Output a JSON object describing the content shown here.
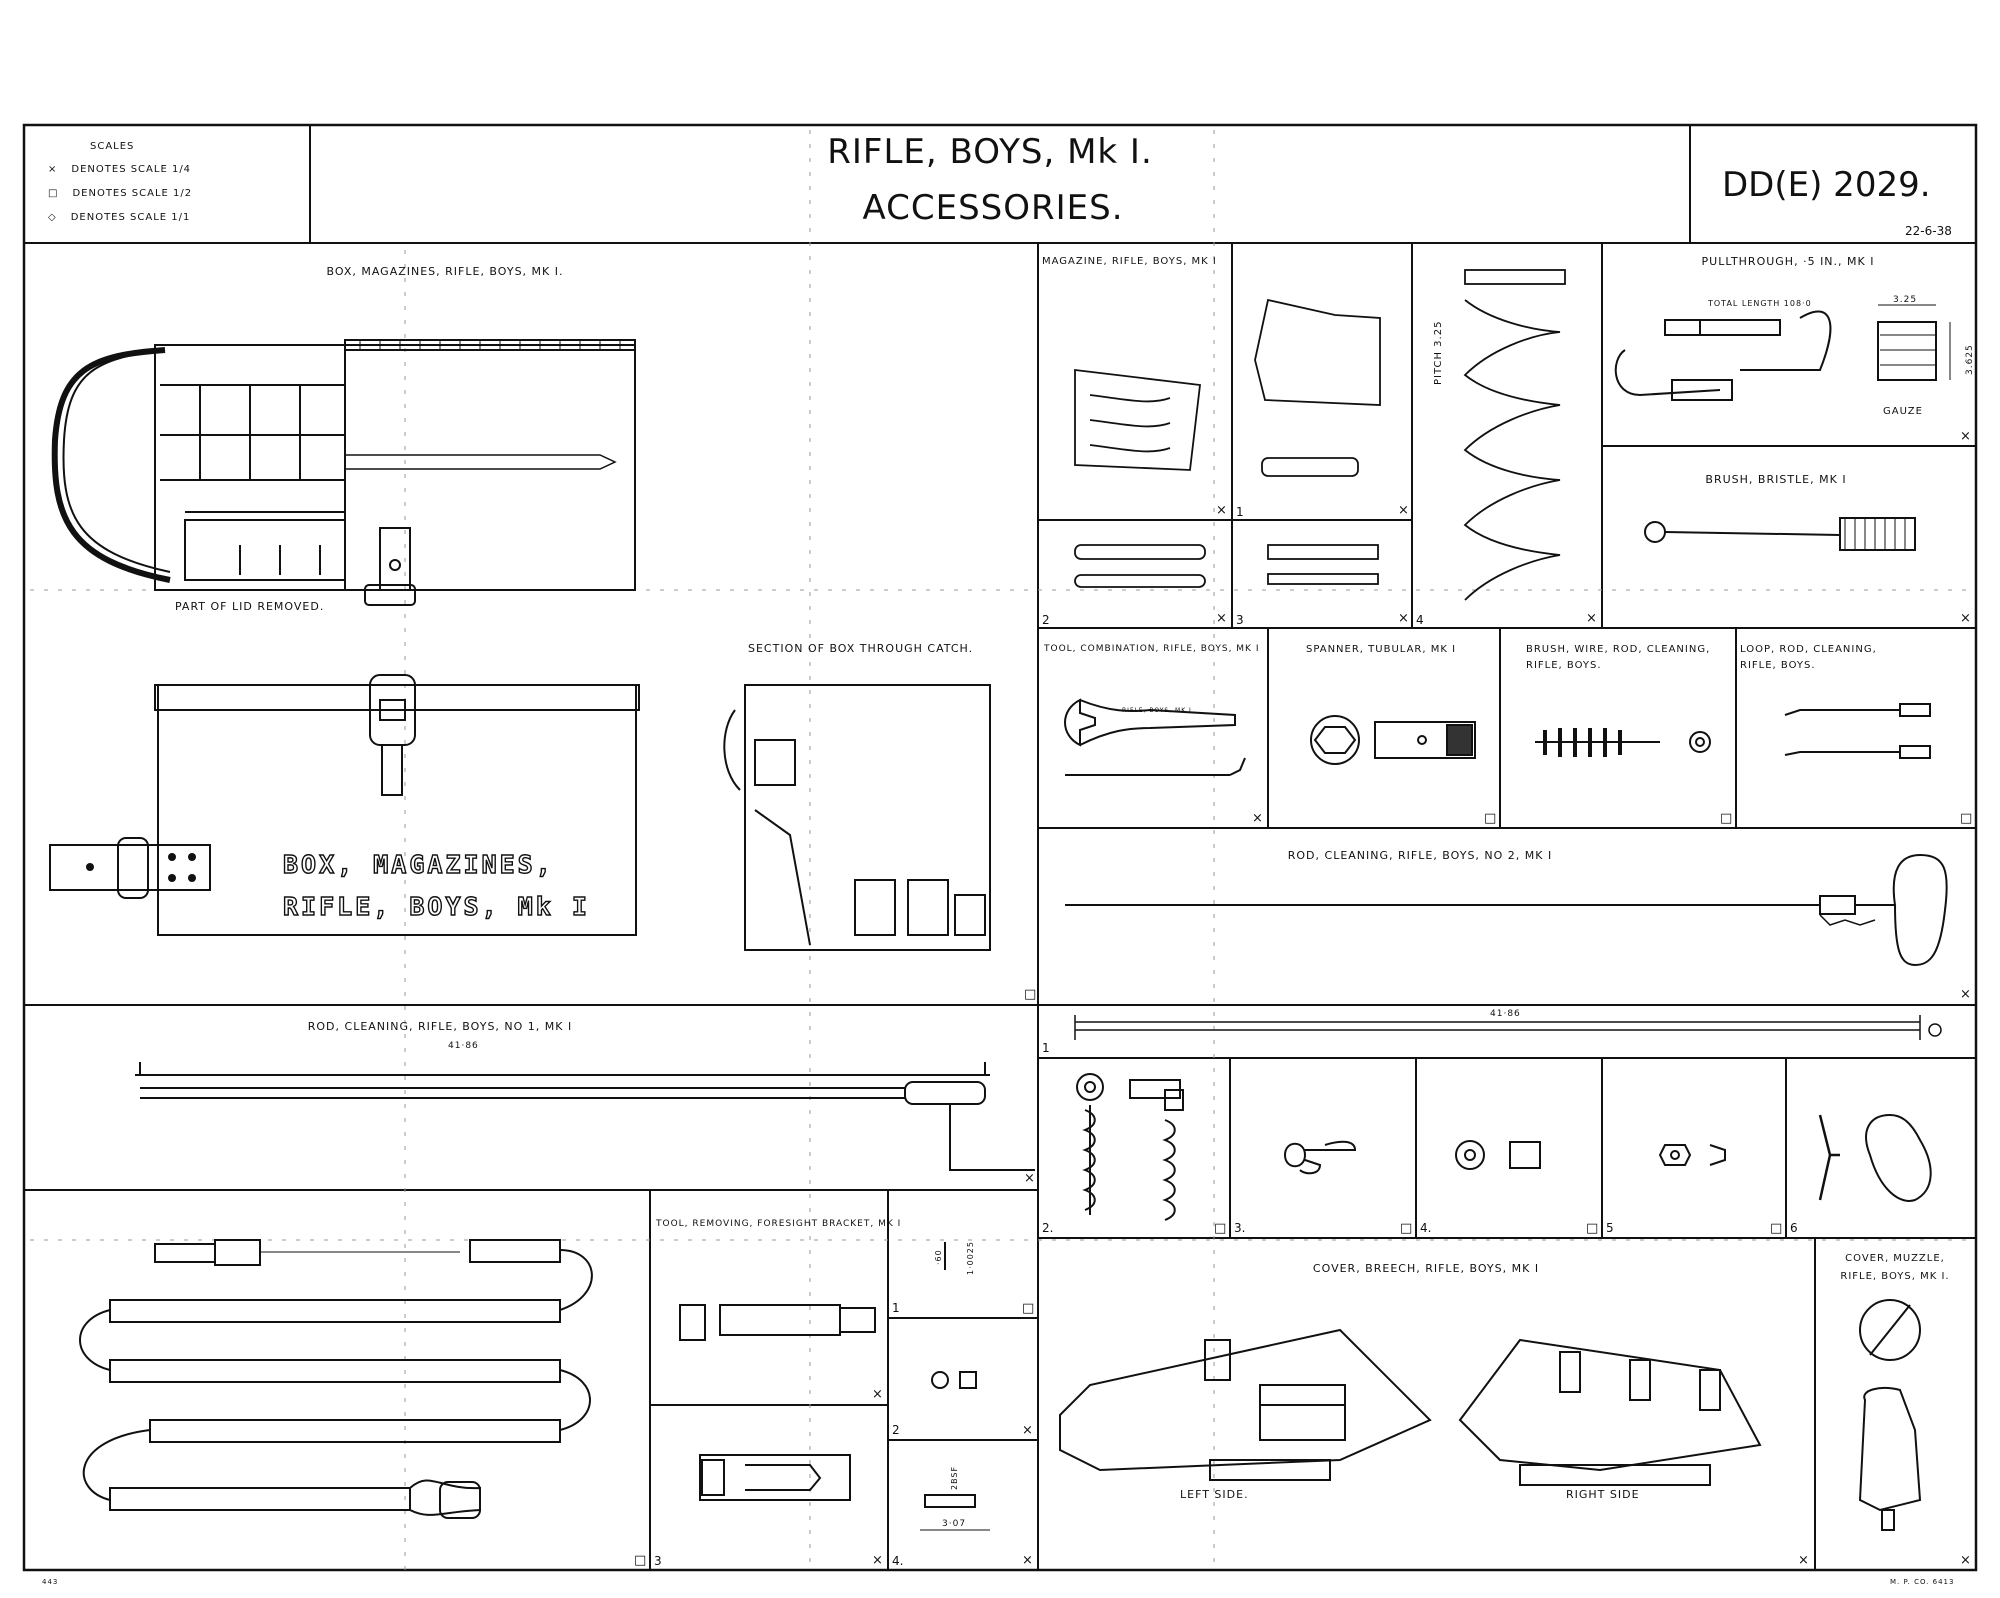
{
  "title": {
    "line1": "RIFLE, BOYS, Mk I.",
    "line2": "ACCESSORIES.",
    "drawing_number": "DD(E) 2029.",
    "date": "22-6-38"
  },
  "scales": {
    "heading": "SCALES",
    "items": [
      {
        "symbol": "×",
        "text": "DENOTES  SCALE  1/4"
      },
      {
        "symbol": "□",
        "text": "DENOTES  SCALE  1/2"
      },
      {
        "symbol": "◇",
        "text": "DENOTES  SCALE  1/1"
      }
    ]
  },
  "panels": {
    "box": {
      "title": "BOX, MAGAZINES, RIFLE, BOYS, Mk I.",
      "note": "PART OF LID REMOVED.",
      "section": "SECTION OF BOX THROUGH CATCH.",
      "stencil_1": "BOX, MAGAZINES,",
      "stencil_2": "RIFLE, BOYS, Mk I"
    },
    "magazine": {
      "title": "MAGAZINE, RIFLE, BOYS, Mk I",
      "pitch": "PITCH 3.25"
    },
    "pullthrough": {
      "title": "PULLTHROUGH, ·5 IN., Mk I",
      "total_length": "TOTAL LENGTH 108·0",
      "gauze": "GAUZE",
      "dim_w": "3.25",
      "dim_h": "3.625"
    },
    "brush_bristle": {
      "title": "BRUSH, BRISTLE, Mk I"
    },
    "tool_comb": {
      "title": "TOOL, COMBINATION, RIFLE, BOYS, Mk I",
      "stamp": "RIFLE, BOYS, Mk I"
    },
    "spanner": {
      "title": "SPANNER, TUBULAR, Mk I"
    },
    "brush_wire": {
      "title_1": "BRUSH, WIRE, ROD, CLEANING,",
      "title_2": "RIFLE, BOYS."
    },
    "loop_rod": {
      "title_1": "LOOP, ROD, CLEANING,",
      "title_2": "RIFLE, BOYS."
    },
    "rod2": {
      "title": "ROD, CLEANING, RIFLE, BOYS, No 2, Mk I",
      "dim": "41·86"
    },
    "rod1": {
      "title": "ROD, CLEANING, RIFLE, BOYS, No 1, Mk I",
      "dim": "41·86"
    },
    "tool_remove": {
      "title": "TOOL, REMOVING, FORESIGHT BRACKET, Mk I",
      "dim_a": "·60",
      "dim_b": "1·0025",
      "dim_c": "3·07",
      "dim_d": "2BSF"
    },
    "cover_breech": {
      "title": "COVER, BREECH, RIFLE, BOYS, Mk I",
      "left": "LEFT SIDE.",
      "right": "RIGHT SIDE"
    },
    "cover_muzzle": {
      "title_1": "COVER, MUZZLE,",
      "title_2": "RIFLE, BOYS, Mk I."
    }
  },
  "part_numbers": [
    "1",
    "2",
    "3",
    "4",
    "5",
    "6",
    "2.",
    "3.",
    "4."
  ],
  "footer": {
    "left": "443",
    "right": "M. P. CO. 6413"
  }
}
